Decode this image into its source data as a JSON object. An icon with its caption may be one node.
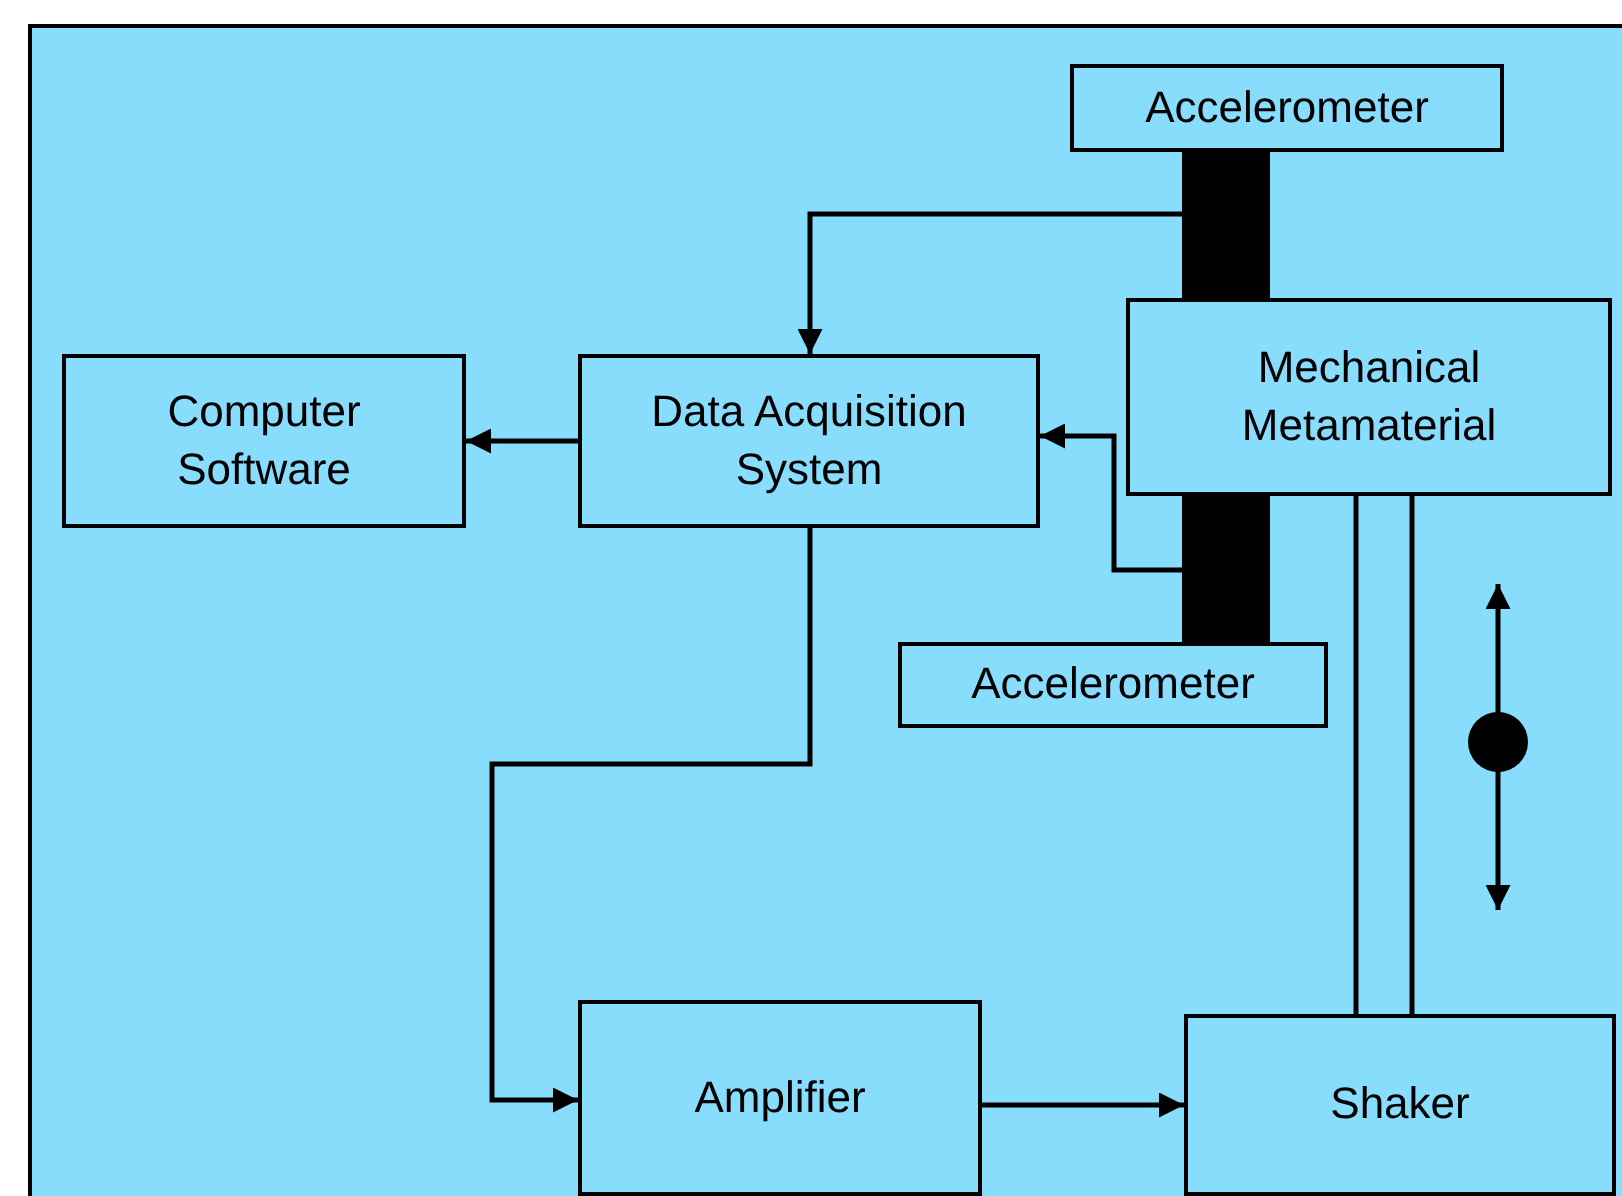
{
  "diagram": {
    "nodes": [
      {
        "text": [
          "Accelerometer"
        ]
      },
      {
        "text": [],
        "shape": "bar"
      },
      {
        "text": [
          "Computer Software"
        ]
      },
      {
        "text": [
          "Data Acquisition System"
        ]
      },
      {
        "text": [
          "Mechanical Metamaterial"
        ]
      },
      {
        "text": [],
        "shape": "bar"
      },
      {
        "text": [
          "Accelerometer"
        ]
      },
      {
        "text": [
          "Amplifier"
        ]
      },
      {
        "text": [
          "Shaker"
        ]
      }
    ],
    "edges": [
      {
        "from": 1,
        "to": 3,
        "arrow": "to"
      },
      {
        "from": 5,
        "to": 3,
        "arrow": "to"
      },
      {
        "from": 3,
        "to": 2,
        "arrow": "to"
      },
      {
        "from": 3,
        "to": 7,
        "arrow": "to"
      },
      {
        "from": 7,
        "to": 8,
        "arrow": "to"
      },
      {
        "from": 8,
        "to": 4,
        "arrow": "none"
      }
    ]
  }
}
